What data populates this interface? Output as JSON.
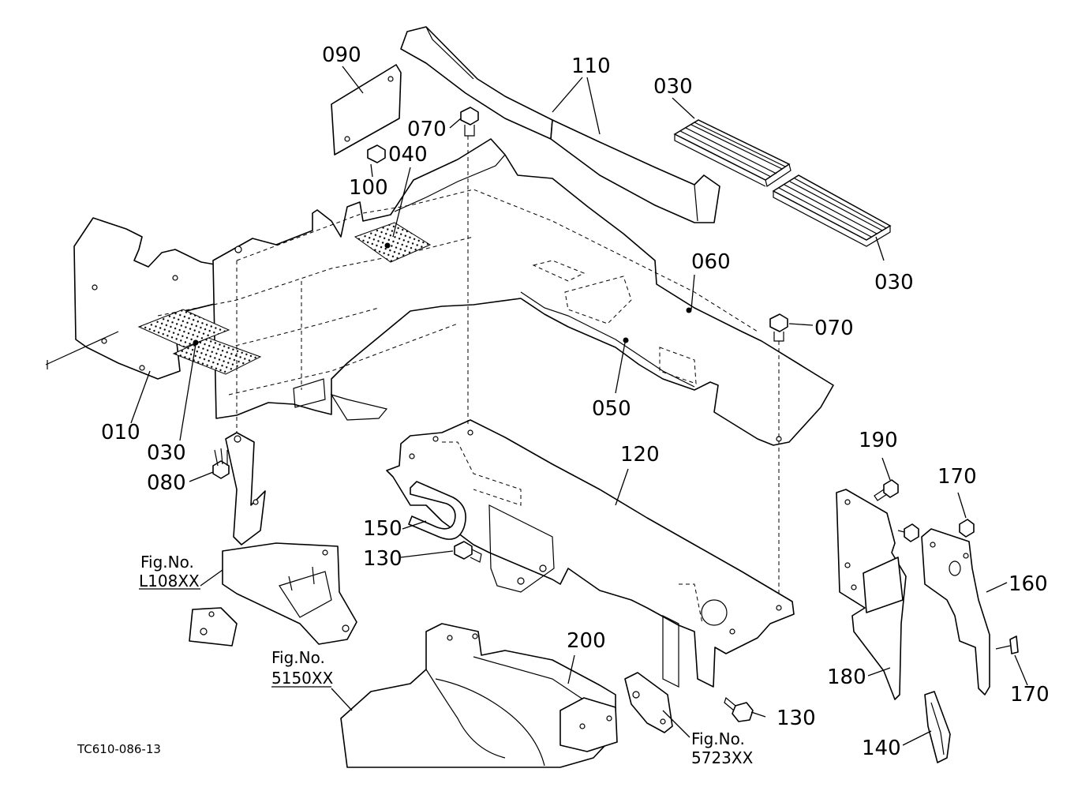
{
  "parts": [
    {
      "id": "p010",
      "label": "010"
    },
    {
      "id": "p030a",
      "label": "030"
    },
    {
      "id": "p030b",
      "label": "030"
    },
    {
      "id": "p030c",
      "label": "030"
    },
    {
      "id": "p040",
      "label": "040"
    },
    {
      "id": "p050",
      "label": "050"
    },
    {
      "id": "p060",
      "label": "060"
    },
    {
      "id": "p070a",
      "label": "070"
    },
    {
      "id": "p070b",
      "label": "070"
    },
    {
      "id": "p080",
      "label": "080"
    },
    {
      "id": "p090",
      "label": "090"
    },
    {
      "id": "p100",
      "label": "100"
    },
    {
      "id": "p110",
      "label": "110"
    },
    {
      "id": "p120",
      "label": "120"
    },
    {
      "id": "p130a",
      "label": "130"
    },
    {
      "id": "p130b",
      "label": "130"
    },
    {
      "id": "p140",
      "label": "140"
    },
    {
      "id": "p150",
      "label": "150"
    },
    {
      "id": "p160",
      "label": "160"
    },
    {
      "id": "p170a",
      "label": "170"
    },
    {
      "id": "p170b",
      "label": "170"
    },
    {
      "id": "p180",
      "label": "180"
    },
    {
      "id": "p190",
      "label": "190"
    },
    {
      "id": "p200",
      "label": "200"
    }
  ],
  "figure_refs": [
    {
      "id": "ref1",
      "prefix": "Fig.No.",
      "number": "L108XX"
    },
    {
      "id": "ref2",
      "prefix": "Fig.No.",
      "number": "5150XX"
    },
    {
      "id": "ref3",
      "prefix": "Fig.No.",
      "number": "5723XX"
    }
  ],
  "drawing_code": "TC610-086-13"
}
